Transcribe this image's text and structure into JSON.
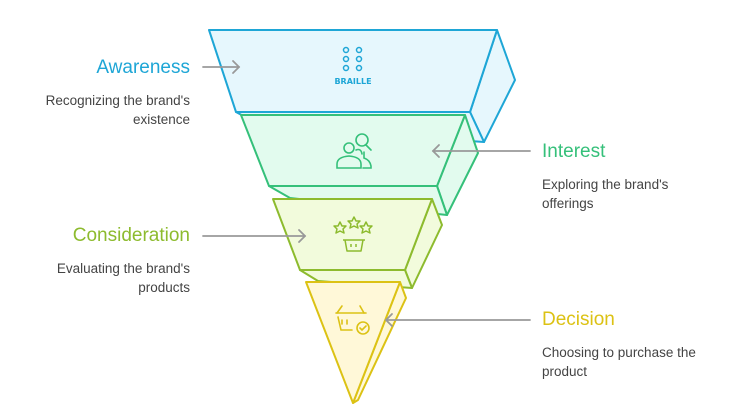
{
  "stages": [
    {
      "title": "Awareness",
      "description": "Recognizing the brand's existence",
      "color": "#1ea6d6",
      "fill": "#e6f7fd",
      "icon": "braille-icon",
      "icon_text": "BRAILLE"
    },
    {
      "title": "Interest",
      "description": "Exploring the brand's offerings",
      "color": "#35c07a",
      "fill": "#e2fbee",
      "icon": "users-search-icon"
    },
    {
      "title": "Consideration",
      "description": "Evaluating the brand's products",
      "color": "#8dbb2e",
      "fill": "#f2fbdc",
      "icon": "basket-stars-icon"
    },
    {
      "title": "Decision",
      "description": "Choosing to purchase the product",
      "color": "#dcc214",
      "fill": "#fff8d8",
      "icon": "basket-check-icon"
    }
  ]
}
